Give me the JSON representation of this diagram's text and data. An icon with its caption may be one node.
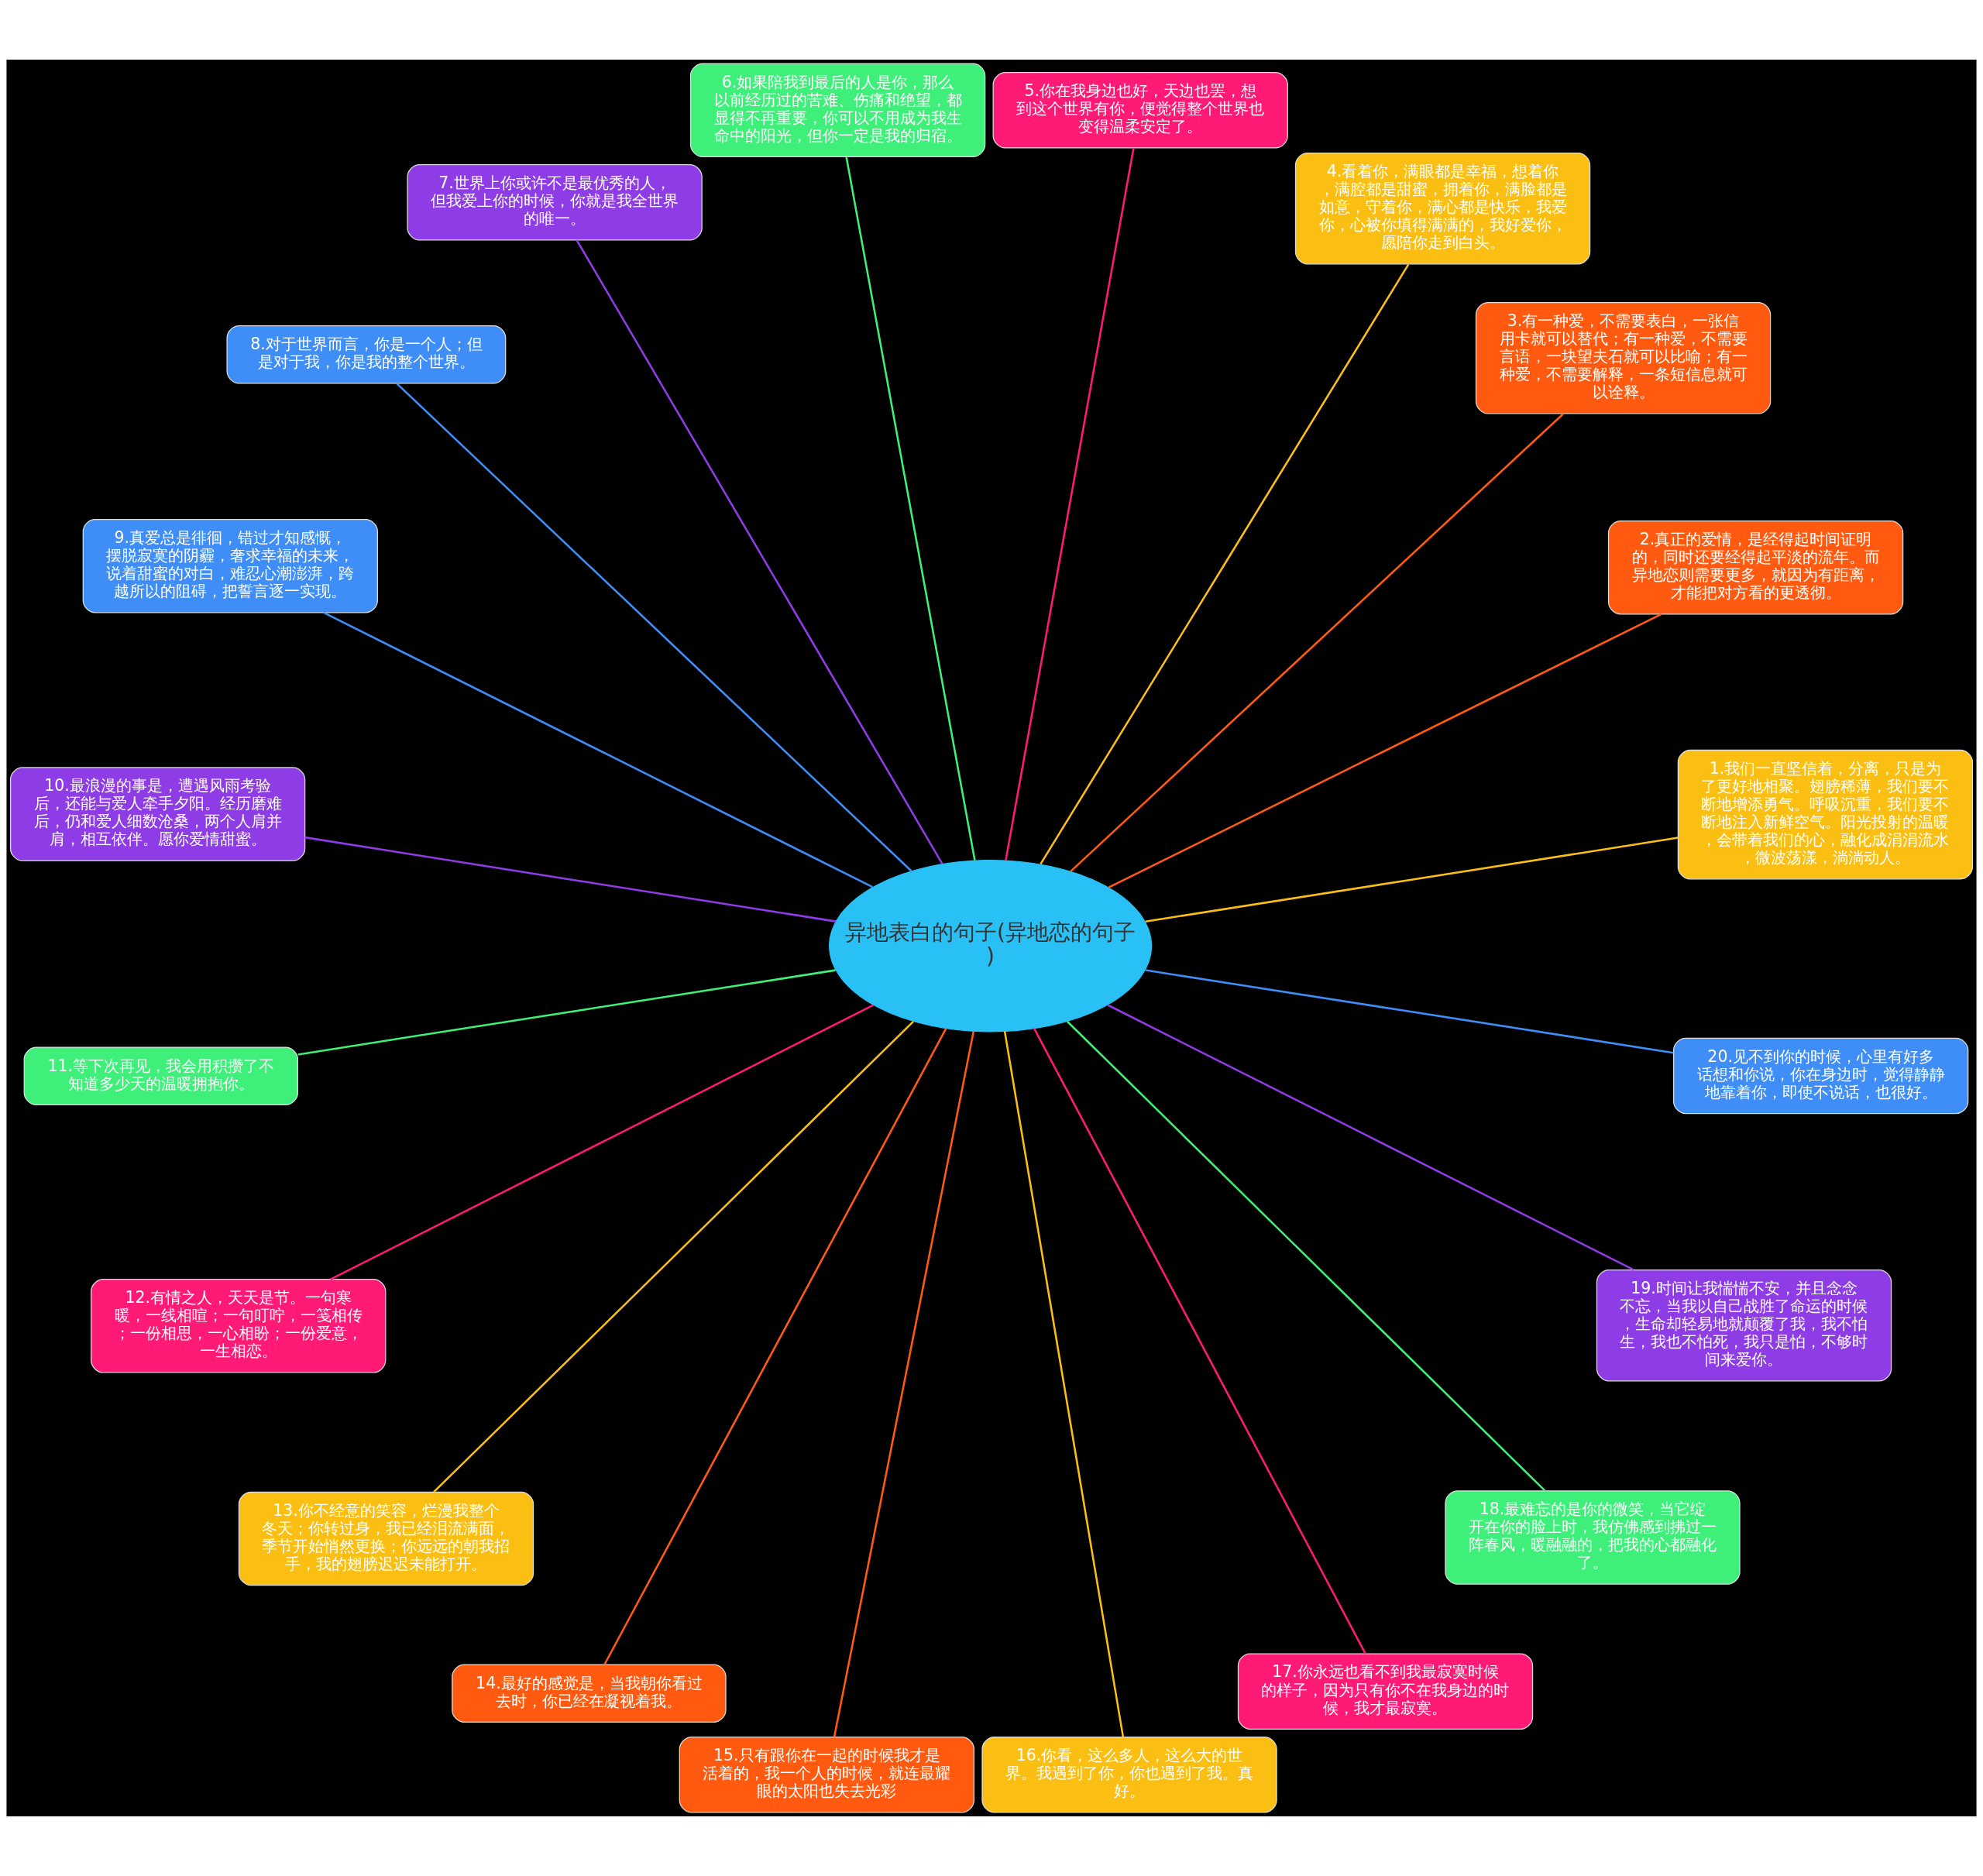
{
  "diagram": {
    "nodes": [
      {
        "text": [
          "异地表白的句子(异地恋的句子)"
        ]
      },
      {
        "text": [
          "1.我们一直坚信着，分离，只是为了更好地相聚。翅膀稀薄，我们要不断地增添勇气。呼吸沉重，我们要不断地注入新鲜空气。阳光投射的温暖，会带着我们的心，融化成涓涓流水，微波荡漾，淌淌动人。"
        ]
      },
      {
        "text": [
          "2.真正的爱情，是经得起时间证明的，同时还要经得起平淡的流年。而异地恋则需要更多，就因为有距离，才能把对方看的更透彻。"
        ]
      },
      {
        "text": [
          "3.有一种爱，不需要表白，一张信用卡就可以替代；有一种爱，不需要言语，一块望夫石就可以比喻；有一种爱，不需要解释，一条短信息就可以诠释。"
        ]
      },
      {
        "text": [
          "4.看着你，满眼都是幸福，想着你，满腔都是甜蜜，拥着你，满脸都是如意，守着你，满心都是快乐，我爱你，心被你填得满满的，我好爱你，愿陪你走到白头。"
        ]
      },
      {
        "text": [
          "5.你在我身边也好，天边也罢，想到这个世界有你，便觉得整个世界也变得温柔安定了。"
        ]
      },
      {
        "text": [
          "6.如果陪我到最后的人是你，那么以前经历过的苦难、伤痛和绝望，都显得不再重要，你可以不用成为我生命中的阳光，但你一定是我的归宿。"
        ]
      },
      {
        "text": [
          "7.世界上你或许不是最优秀的人，但我爱上你的时候，你就是我全世界的唯一。"
        ]
      },
      {
        "text": [
          "8.对于世界而言，你是一个人；但是对于我，你是我的整个世界。"
        ]
      },
      {
        "text": [
          "9.真爱总是徘徊，错过才知感慨，摆脱寂寞的阴霾，奢求幸福的未来，说着甜蜜的对白，难忍心潮澎湃，跨越所以的阻碍，把誓言逐一实现。"
        ]
      },
      {
        "text": [
          "10.最浪漫的事是，遭遇风雨考验后，还能与爱人牵手夕阳。经历磨难后，仍和爱人细数沧桑，两个人肩并肩，相互依伴。愿你爱情甜蜜。"
        ]
      },
      {
        "text": [
          "11.等下次再见，我会用积攒了不知道多少天的温暖拥抱你。"
        ]
      },
      {
        "text": [
          "12.有情之人，天天是节。一句寒暖，一线相喧；一句叮咛，一笺相传；一份相思，一心相盼；一份爱意，一生相恋。"
        ]
      },
      {
        "text": [
          "13.你不经意的笑容，烂漫我整个冬天；你转过身，我已经泪流满面，季节开始悄然更换；你远远的朝我招手，我的翅膀迟迟未能打开。"
        ]
      },
      {
        "text": [
          "14.最好的感觉是，当我朝你看过去时，你已经在凝视着我。"
        ]
      },
      {
        "text": [
          "15.只有跟你在一起的时候我才是活着的，我一个人的时候，就连最耀眼的太阳也失去光彩"
        ]
      },
      {
        "text": [
          "16.你看，这么多人，这么大的世界。我遇到了你，你也遇到了我。真好。"
        ]
      },
      {
        "text": [
          "17.你永远也看不到我最寂寞时候的样子，因为只有你不在我身边的时候，我才最寂寞。"
        ]
      },
      {
        "text": [
          "18.最难忘的是你的微笑，当它绽开在你的脸上时，我仿佛感到拂过一阵春风，暖融融的，把我的心都融化了。"
        ]
      },
      {
        "text": [
          "19.时间让我惴惴不安，并且念念不忘，当我以自己战胜了命运的时候，生命却轻易地就颠覆了我，我不怕生，我也不怕死，我只是怕，不够时间来爱你。"
        ]
      },
      {
        "text": [
          "20.见不到你的时候，心里有好多话想和你说，你在身边时，觉得静静地靠着你，即使不说话，也很好。"
        ]
      }
    ],
    "edges": [
      {
        "from": 0,
        "to": 1,
        "arrow": "none",
        "color": "#fbbf14"
      },
      {
        "from": 0,
        "to": 2,
        "arrow": "none",
        "color": "#ff5a0f"
      },
      {
        "from": 0,
        "to": 3,
        "arrow": "none",
        "color": "#ff5a0f"
      },
      {
        "from": 0,
        "to": 4,
        "arrow": "none",
        "color": "#fbbf14"
      },
      {
        "from": 0,
        "to": 5,
        "arrow": "none",
        "color": "#ff1a75"
      },
      {
        "from": 0,
        "to": 6,
        "arrow": "none",
        "color": "#3ef07a"
      },
      {
        "from": 0,
        "to": 7,
        "arrow": "none",
        "color": "#8e3ce6"
      },
      {
        "from": 0,
        "to": 8,
        "arrow": "none",
        "color": "#3f8ef7"
      },
      {
        "from": 0,
        "to": 9,
        "arrow": "none",
        "color": "#3f8ef7"
      },
      {
        "from": 0,
        "to": 10,
        "arrow": "none",
        "color": "#8e3ce6"
      },
      {
        "from": 0,
        "to": 11,
        "arrow": "none",
        "color": "#3ef07a"
      },
      {
        "from": 0,
        "to": 12,
        "arrow": "none",
        "color": "#ff1a75"
      },
      {
        "from": 0,
        "to": 13,
        "arrow": "none",
        "color": "#fbbf14"
      },
      {
        "from": 0,
        "to": 14,
        "arrow": "none",
        "color": "#ff5a0f"
      },
      {
        "from": 0,
        "to": 15,
        "arrow": "none",
        "color": "#ff5a0f"
      },
      {
        "from": 0,
        "to": 16,
        "arrow": "none",
        "color": "#fbbf14"
      },
      {
        "from": 0,
        "to": 17,
        "arrow": "none",
        "color": "#ff1a75"
      },
      {
        "from": 0,
        "to": 18,
        "arrow": "none",
        "color": "#3ef07a"
      },
      {
        "from": 0,
        "to": 19,
        "arrow": "none",
        "color": "#8e3ce6"
      },
      {
        "from": 0,
        "to": 20,
        "arrow": "none",
        "color": "#3f8ef7"
      }
    ]
  }
}
